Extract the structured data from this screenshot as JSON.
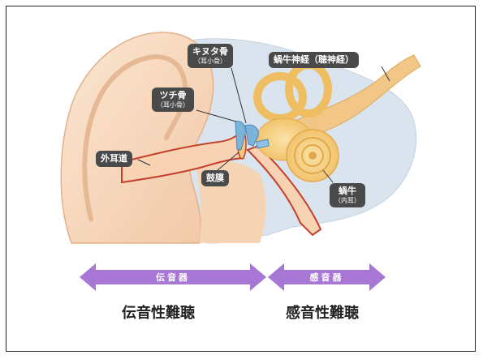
{
  "labels": {
    "kinuta": {
      "title": "キヌタ骨",
      "sub": "（耳小骨）"
    },
    "tsuchi": {
      "title": "ツチ骨",
      "sub": "（耳小骨）"
    },
    "cochlear_nerve": {
      "title": "蝸牛神経（聴神経）"
    },
    "ear_canal": {
      "title": "外耳道"
    },
    "eardrum": {
      "title": "鼓膜"
    },
    "cochlea": {
      "title": "蝸牛",
      "sub": "（内耳）"
    }
  },
  "arrows": {
    "conductive": {
      "label": "伝音器"
    },
    "sensory": {
      "label": "感音器"
    }
  },
  "captions": {
    "conductive": "伝音性難聴",
    "sensorineural": "感音性難聴"
  },
  "colors": {
    "arrow": "#a877d6",
    "label_bg": "#4a4a4a",
    "skin": "#f7d9bf",
    "bone": "#f3c879",
    "background_blue": "#dbe6f0"
  }
}
